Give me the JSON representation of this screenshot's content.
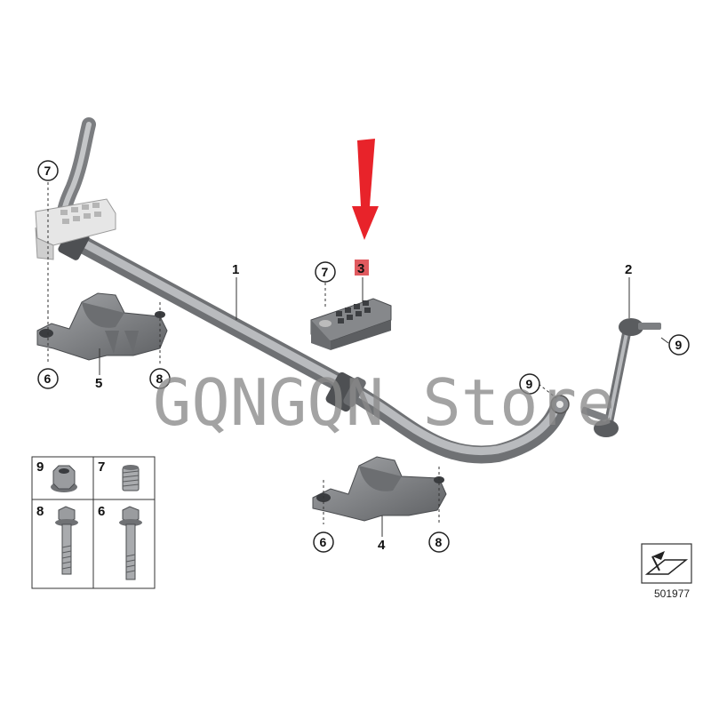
{
  "callouts": {
    "c7_left": "7",
    "c6_left": "6",
    "c8_left": "8",
    "c7_mid": "7",
    "c9_right_top": "9",
    "c9_right_mid": "9",
    "c6_bottom": "6",
    "c8_bottom": "8"
  },
  "labels": {
    "part1": "1",
    "part2": "2",
    "part3": "3",
    "part4": "4",
    "part5": "5"
  },
  "legend": {
    "cell_9": "9",
    "cell_7": "7",
    "cell_8": "8",
    "cell_6": "6"
  },
  "watermark": "GQNGQN Store",
  "reference_number": "501977",
  "colors": {
    "highlight_arrow": "#e8232a",
    "highlight_box": "#e05a5f",
    "part_gray": "#8d8f93",
    "bar_gray": "#a9abae"
  }
}
